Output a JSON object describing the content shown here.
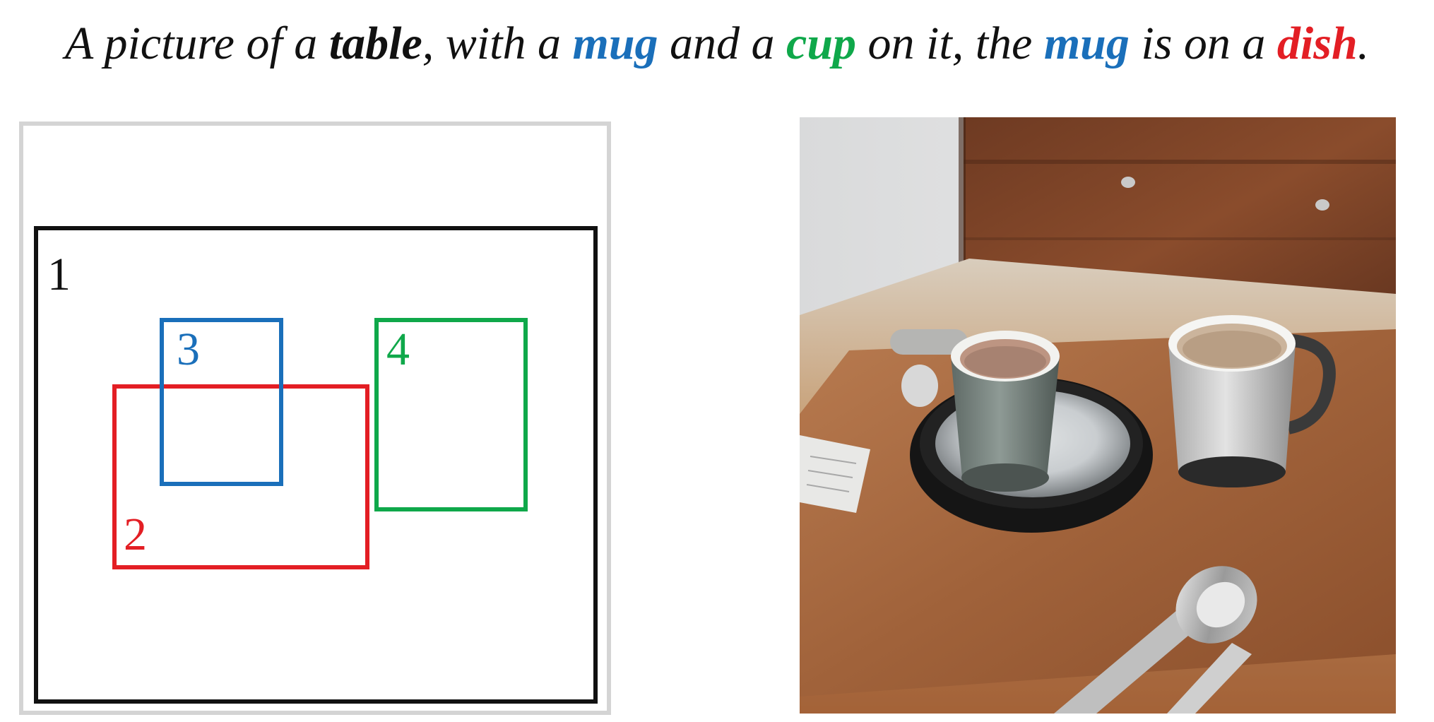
{
  "caption": {
    "intro": "A picture of a ",
    "w_table": "table",
    "t2": ", with a ",
    "w_mug1": "mug",
    "t3": " and a ",
    "w_cup": "cup",
    "t4": " on it, the ",
    "w_mug2": "mug",
    "t5": " is on a ",
    "w_dish": "dish",
    "end": "."
  },
  "colors": {
    "table": "#111111",
    "mug": "#1a6fba",
    "cup": "#0fa84a",
    "dish": "#e31e24",
    "panel_border": "#d4d4d4"
  },
  "layout_boxes": [
    {
      "id": "1",
      "object": "table",
      "color": "#111111"
    },
    {
      "id": "2",
      "object": "dish",
      "color": "#e31e24"
    },
    {
      "id": "3",
      "object": "mug",
      "color": "#1a6fba"
    },
    {
      "id": "4",
      "object": "cup",
      "color": "#0fa84a"
    }
  ]
}
